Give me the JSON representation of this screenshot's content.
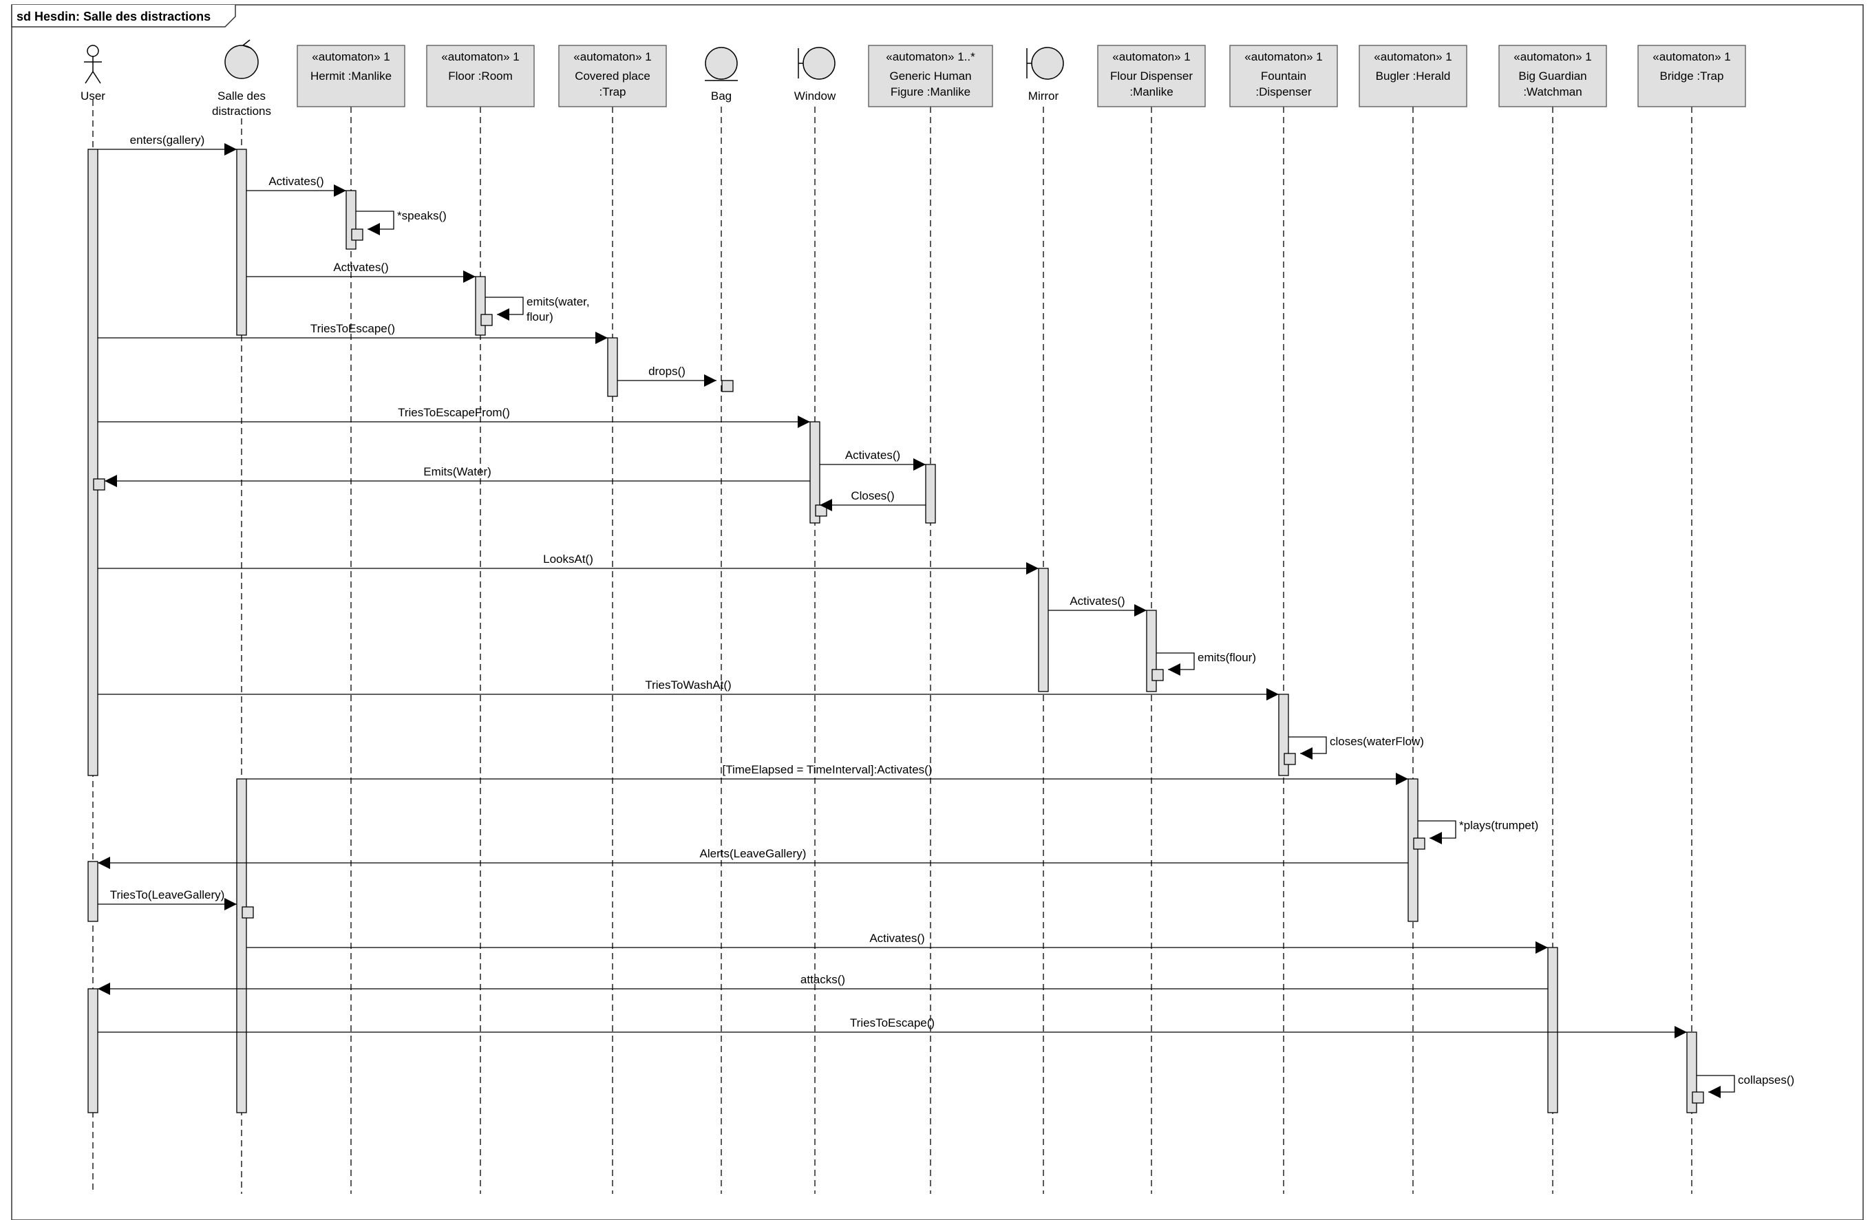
{
  "diagram": {
    "frame_title": "sd Hesdin: Salle des distractions",
    "lifelines": [
      {
        "id": "user",
        "kind": "actor",
        "lines": [
          "User"
        ]
      },
      {
        "id": "salle",
        "kind": "control",
        "lines": [
          "Salle des",
          "distractions"
        ]
      },
      {
        "id": "hermit",
        "kind": "box",
        "stereotype": "«automaton» 1",
        "lines": [
          "Hermit :Manlike"
        ]
      },
      {
        "id": "floor",
        "kind": "box",
        "stereotype": "«automaton» 1",
        "lines": [
          "Floor :Room"
        ]
      },
      {
        "id": "covered",
        "kind": "box",
        "stereotype": "«automaton» 1",
        "lines": [
          "Covered place",
          ":Trap"
        ]
      },
      {
        "id": "bag",
        "kind": "entity",
        "lines": [
          "Bag"
        ]
      },
      {
        "id": "window",
        "kind": "boundary",
        "lines": [
          "Window"
        ]
      },
      {
        "id": "generic",
        "kind": "box",
        "stereotype": "«automaton» 1..*",
        "lines": [
          "Generic Human",
          "Figure :Manlike"
        ]
      },
      {
        "id": "mirror",
        "kind": "boundary",
        "lines": [
          "Mirror"
        ]
      },
      {
        "id": "flourdisp",
        "kind": "box",
        "stereotype": "«automaton» 1",
        "lines": [
          "Flour Dispenser",
          ":Manlike"
        ]
      },
      {
        "id": "fountain",
        "kind": "box",
        "stereotype": "«automaton» 1",
        "lines": [
          "Fountain",
          ":Dispenser"
        ]
      },
      {
        "id": "bugler",
        "kind": "box",
        "stereotype": "«automaton» 1",
        "lines": [
          "Bugler :Herald"
        ]
      },
      {
        "id": "guardian",
        "kind": "box",
        "stereotype": "«automaton» 1",
        "lines": [
          "Big Guardian",
          ":Watchman"
        ]
      },
      {
        "id": "bridge",
        "kind": "box",
        "stereotype": "«automaton» 1",
        "lines": [
          "Bridge :Trap"
        ]
      }
    ],
    "messages": [
      {
        "from": "user",
        "to": "salle",
        "lines": [
          "enters(gallery)"
        ]
      },
      {
        "from": "salle",
        "to": "hermit",
        "lines": [
          "Activates()"
        ]
      },
      {
        "from": "hermit",
        "to": "hermit",
        "lines": [
          "*speaks()"
        ]
      },
      {
        "from": "salle",
        "to": "floor",
        "lines": [
          "Activates()"
        ]
      },
      {
        "from": "floor",
        "to": "floor",
        "lines": [
          "emits(water,",
          "flour)"
        ]
      },
      {
        "from": "user",
        "to": "covered",
        "lines": [
          "TriesToEscape()"
        ]
      },
      {
        "from": "covered",
        "to": "bag",
        "lines": [
          "drops()"
        ]
      },
      {
        "from": "user",
        "to": "window",
        "lines": [
          "TriesToEscapeFrom()"
        ]
      },
      {
        "from": "window",
        "to": "generic",
        "lines": [
          "Activates()"
        ]
      },
      {
        "from": "window",
        "to": "user",
        "lines": [
          "Emits(Water)"
        ]
      },
      {
        "from": "generic",
        "to": "window",
        "lines": [
          "Closes()"
        ]
      },
      {
        "from": "user",
        "to": "mirror",
        "lines": [
          "LooksAt()"
        ]
      },
      {
        "from": "mirror",
        "to": "flourdisp",
        "lines": [
          "Activates()"
        ]
      },
      {
        "from": "flourdisp",
        "to": "flourdisp",
        "lines": [
          "emits(flour)"
        ]
      },
      {
        "from": "user",
        "to": "fountain",
        "lines": [
          "TriesToWashAt()"
        ]
      },
      {
        "from": "fountain",
        "to": "fountain",
        "lines": [
          "closes(waterFlow)"
        ]
      },
      {
        "from": "salle",
        "to": "bugler",
        "lines": [
          "[TimeElapsed = TimeInterval]:Activates()"
        ]
      },
      {
        "from": "bugler",
        "to": "bugler",
        "lines": [
          "*plays(trumpet)"
        ]
      },
      {
        "from": "bugler",
        "to": "user",
        "lines": [
          "Alerts(LeaveGallery)"
        ]
      },
      {
        "from": "user",
        "to": "salle",
        "lines": [
          "TriesTo(LeaveGallery)"
        ]
      },
      {
        "from": "salle",
        "to": "guardian",
        "lines": [
          "Activates()"
        ]
      },
      {
        "from": "guardian",
        "to": "user",
        "lines": [
          "attacks()"
        ]
      },
      {
        "from": "user",
        "to": "bridge",
        "lines": [
          "TriesToEscape()"
        ]
      },
      {
        "from": "bridge",
        "to": "bridge",
        "lines": [
          "collapses()"
        ]
      }
    ]
  }
}
